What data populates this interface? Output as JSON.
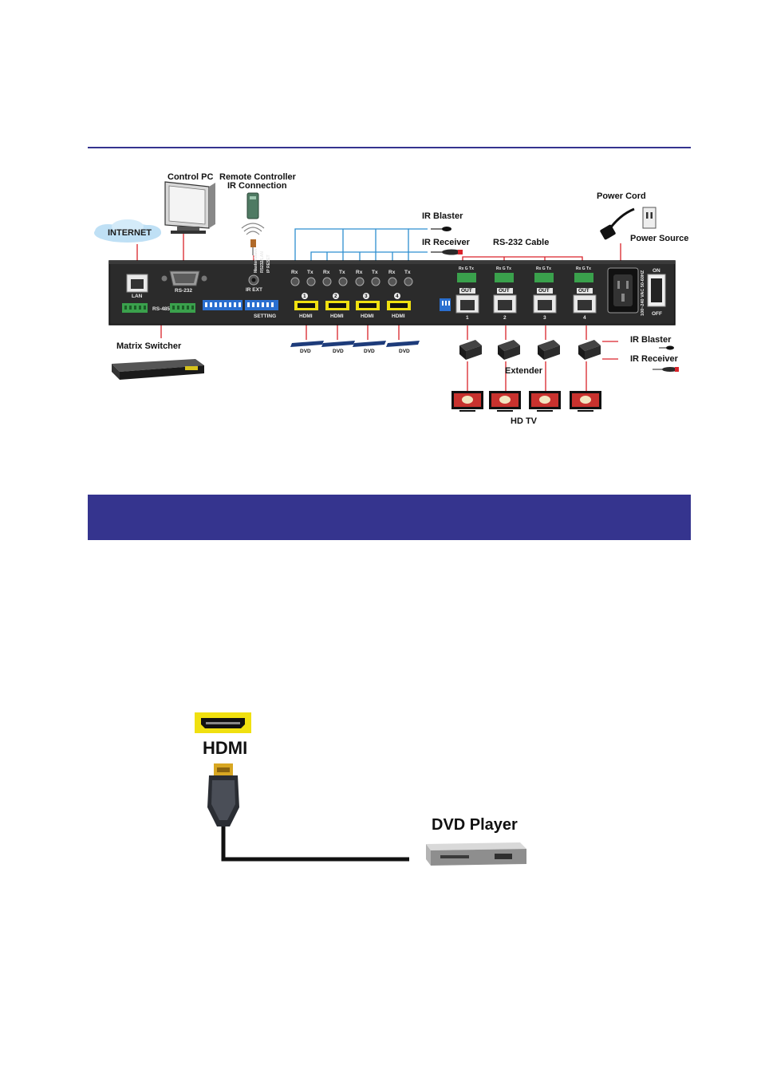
{
  "diagram": {
    "labels": {
      "internet": "INTERNET",
      "control_pc": "Control PC",
      "remote_controller": "Remote Controller",
      "ir_connection": "IR Connection",
      "ir_blaster_top": "IR Blaster",
      "ir_receiver_top": "IR Receiver",
      "rs232_cable": "RS-232 Cable",
      "power_cord": "Power Cord",
      "power_source": "Power Source",
      "matrix_switcher": "Matrix Switcher",
      "extender": "Extender",
      "ir_blaster_right": "IR Blaster",
      "ir_receiver_right": "IR Receiver",
      "hd_tv": "HD TV"
    },
    "panel": {
      "lan": "LAN",
      "rs232": "RS-232",
      "ir_ext": "IR EXT",
      "setting": "SETTING",
      "rs485": "RS-485",
      "mode_labels": [
        "Master/Slave",
        "RS232/LAN",
        "IP RESET"
      ],
      "on": "ON",
      "off": "OFF",
      "power_rating": "100~240 VAC 50-60HZ",
      "ir_ports": [
        "Rx",
        "Tx",
        "Rx",
        "Tx",
        "Rx",
        "Tx",
        "Rx",
        "Tx"
      ],
      "hdmi_inputs": [
        {
          "num": "1",
          "label": "HDMI"
        },
        {
          "num": "2",
          "label": "HDMI"
        },
        {
          "num": "3",
          "label": "HDMI"
        },
        {
          "num": "4",
          "label": "HDMI"
        }
      ],
      "outputs": [
        {
          "rs": "Rx G Tx",
          "out": "OUT",
          "num": "1"
        },
        {
          "rs": "Rx G Tx",
          "out": "OUT",
          "num": "2"
        },
        {
          "rs": "Rx G Tx",
          "out": "OUT",
          "num": "3"
        },
        {
          "rs": "Rx G Tx",
          "out": "OUT",
          "num": "4"
        }
      ]
    },
    "dvd_labels": [
      "DVD",
      "DVD",
      "DVD",
      "DVD"
    ]
  },
  "bottom": {
    "hdmi_label": "HDMI",
    "dvd_player_label": "DVD Player"
  },
  "colors": {
    "band": "#35348e",
    "ir_line": "#2e8fd0",
    "red_line": "#d9232a",
    "hdmi_yellow": "#f0e010"
  }
}
